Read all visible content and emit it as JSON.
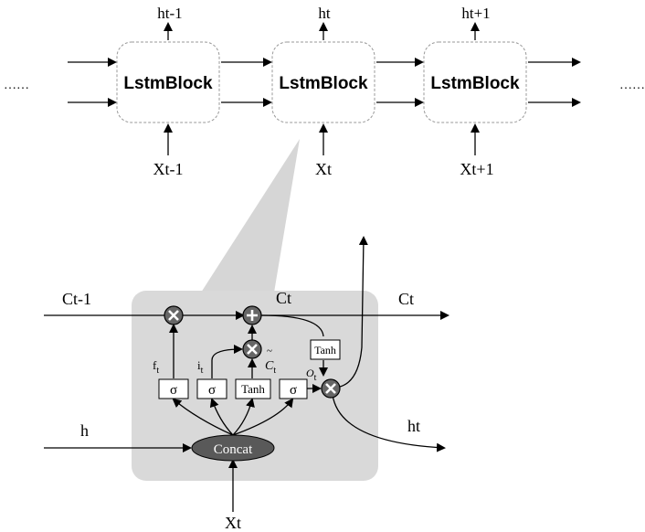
{
  "top_chain": {
    "left_ellipsis": "……",
    "right_ellipsis": "……",
    "blocks": [
      {
        "label": "LstmBlock",
        "output": "ht-1",
        "input": "Xt-1"
      },
      {
        "label": "LstmBlock",
        "output": "ht",
        "input": "Xt"
      },
      {
        "label": "LstmBlock",
        "output": "ht+1",
        "input": "Xt+1"
      }
    ]
  },
  "cell": {
    "c_prev": "Ct-1",
    "c_mid": "Ct",
    "c_out": "Ct",
    "h_in": "h",
    "h_out": "ht",
    "x_in": "Xt",
    "concat": "Concat",
    "gates": {
      "forget": {
        "symbol": "σ",
        "label": "f",
        "sub": "t"
      },
      "input": {
        "symbol": "σ",
        "label": "i",
        "sub": "t"
      },
      "candidate": {
        "symbol": "Tanh",
        "label": "C",
        "sub": "t",
        "accent": "~"
      },
      "output": {
        "symbol": "σ",
        "label": "O",
        "sub": "t"
      }
    },
    "cell_tanh": "Tanh"
  },
  "colors": {
    "cell_bg": "#d9d9d9",
    "zoom_bg": "#d6d6d6",
    "op_fill": "#666666",
    "concat_fill": "#595959"
  }
}
